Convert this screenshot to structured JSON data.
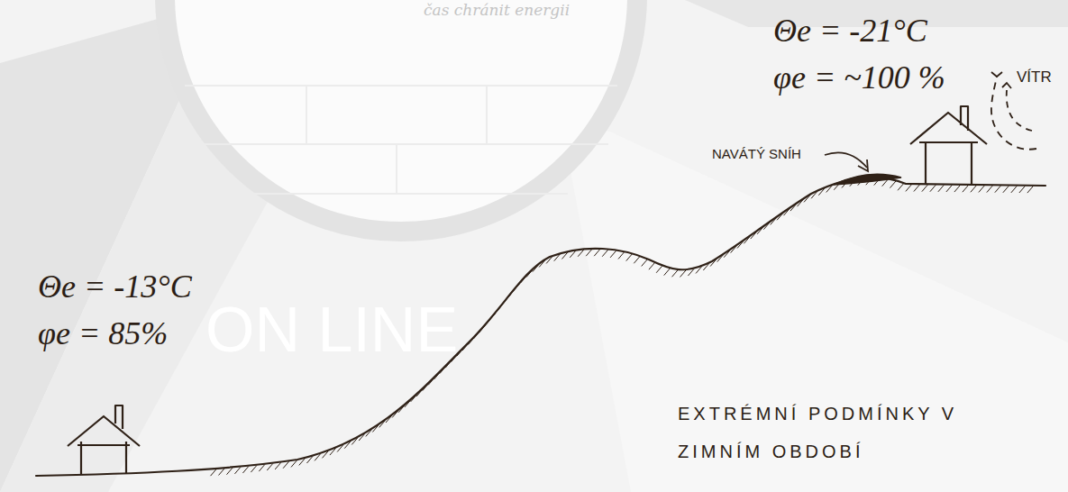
{
  "diagram": {
    "labels": [
      "čas chránit energii",
      "Θe = -21°C",
      "φe = ~100 %",
      "VÍTR",
      "NAVÁTÝ SNÍH",
      "Θe = -13°C",
      "φe = 85%",
      "ON LINE",
      "EXTRÉMNÍ PODMÍNKY V ZIMNÍM OBDOBÍ"
    ]
  }
}
